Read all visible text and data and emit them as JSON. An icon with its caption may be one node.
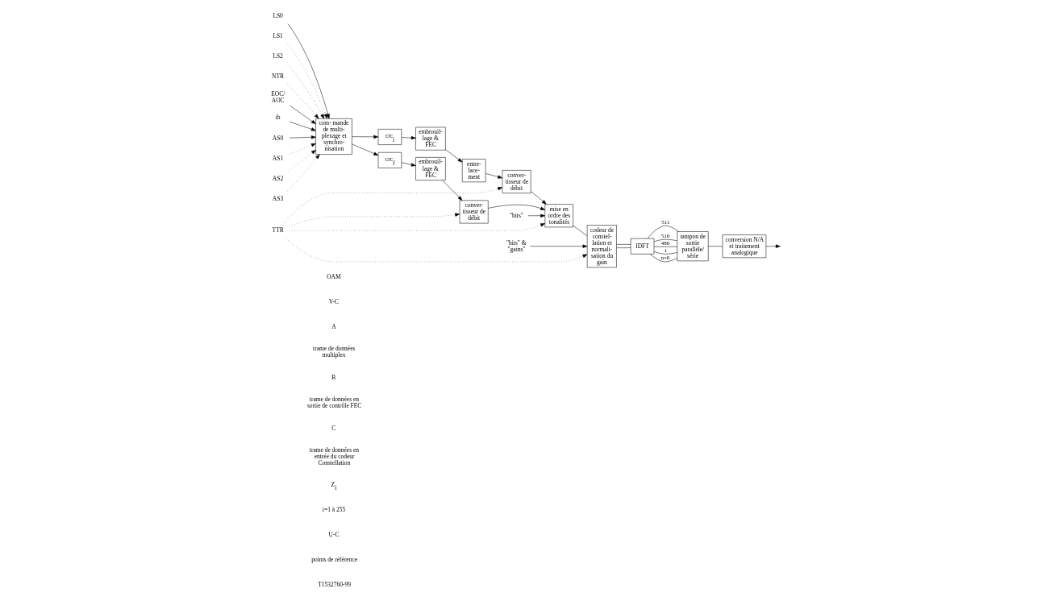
{
  "diagram": {
    "nodes": [
      {
        "text": [
          "AS0"
        ]
      },
      {
        "text": [
          "AS1"
        ]
      },
      {
        "text": [
          "AS2"
        ]
      },
      {
        "text": [
          "AS3"
        ]
      },
      {
        "text": [
          "LS0"
        ]
      },
      {
        "text": [
          "LS1"
        ]
      },
      {
        "text": [
          "LS2"
        ]
      },
      {
        "text": [
          "NTR"
        ]
      },
      {
        "text": [
          "EOC/ AOC"
        ]
      },
      {
        "text": [
          "ib"
        ]
      },
      {
        "text": [
          "com- mande de multi- plexage et synchro- nisation"
        ]
      },
      {
        "text": [
          "crc$_{f}$"
        ]
      },
      {
        "text": [
          "crc$_{i}$"
        ]
      },
      {
        "text": [
          "embrouil- lage & FEC"
        ]
      },
      {
        "text": [
          "embrouil- lage & FEC"
        ]
      },
      {
        "text": [
          "entre- lace- ment"
        ]
      },
      {
        "text": [
          "conver- tisseur de débit"
        ]
      },
      {
        "text": [
          "conver- tisseur de débit"
        ]
      },
      {
        "text": [
          "mise en ordre des tonalités"
        ]
      },
      {
        "text": [
          "codeur de constel- lation et normali- sation du gain"
        ]
      },
      {
        "text": [
          "IDFT"
        ]
      },
      {
        "text": [
          "tampon de sortie parallèle/ série"
        ]
      },
      {
        "text": [
          "conversion N/A et traitement analogique"
        ]
      },
      {
        "text": [
          "\"bits\""
        ]
      },
      {
        "text": [
          "\"bits\" & \"gains\""
        ]
      },
      {
        "text": [
          "TTR"
        ]
      }
    ],
    "edges": [
      {
        "from": 0,
        "to": 10,
        "arrow": "to"
      },
      {
        "from": 1,
        "to": 10,
        "arrow": "to",
        "style": "dashed"
      },
      {
        "from": 2,
        "to": 10,
        "arrow": "to",
        "style": "dashed"
      },
      {
        "from": 3,
        "to": 10,
        "arrow": "to",
        "style": "dashed"
      },
      {
        "from": 4,
        "to": 10,
        "arrow": "to"
      },
      {
        "from": 5,
        "to": 10,
        "arrow": "to",
        "style": "dashed"
      },
      {
        "from": 6,
        "to": 10,
        "arrow": "to",
        "style": "dashed"
      },
      {
        "from": 7,
        "to": 10,
        "arrow": "to",
        "style": "dashed"
      },
      {
        "from": 8,
        "to": 10,
        "arrow": "to"
      },
      {
        "from": 9,
        "to": 10,
        "arrow": "to"
      },
      {
        "from": 10,
        "to": 11,
        "arrow": "to"
      },
      {
        "from": 10,
        "to": 12,
        "arrow": "to"
      },
      {
        "from": 11,
        "to": 13,
        "arrow": "to"
      },
      {
        "from": 12,
        "to": 14,
        "arrow": "to"
      },
      {
        "from": 13,
        "to": 16,
        "arrow": "to"
      },
      {
        "from": 14,
        "to": 15,
        "arrow": "to"
      },
      {
        "from": 15,
        "to": 17,
        "arrow": "to"
      },
      {
        "from": 16,
        "to": 18,
        "arrow": "to"
      },
      {
        "from": 17,
        "to": 18,
        "arrow": "to"
      },
      {
        "from": 18,
        "to": 19,
        "arrow": "none"
      },
      {
        "from": 19,
        "to": 20,
        "arrow": "none"
      },
      {
        "from": 19,
        "to": 20,
        "arrow": "none"
      },
      {
        "from": 20,
        "to": 21,
        "arrow": "none",
        "label": "511"
      },
      {
        "from": 20,
        "to": 21,
        "arrow": "none",
        "label": "510"
      },
      {
        "from": 20,
        "to": 21,
        "arrow": "none",
        "label": "480"
      },
      {
        "from": 20,
        "to": 21,
        "arrow": "none",
        "label": "1"
      },
      {
        "from": 20,
        "to": 21,
        "arrow": "none",
        "label": "n=0"
      },
      {
        "from": 21,
        "to": 22,
        "arrow": "none"
      },
      {
        "from": 22,
        "to": null,
        "arrow": "to"
      },
      {
        "from": 23,
        "to": 18,
        "arrow": "to"
      },
      {
        "from": 24,
        "to": 19,
        "arrow": "to"
      },
      {
        "from": 25,
        "to": 17,
        "arrow": "to",
        "style": "dashed"
      },
      {
        "from": 25,
        "to": 16,
        "arrow": "to",
        "style": "dashed"
      },
      {
        "from": 25,
        "to": 18,
        "arrow": "to",
        "style": "dashed"
      },
      {
        "from": 25,
        "to": 19,
        "arrow": "to",
        "style": "dashed"
      }
    ],
    "labels": [
      "OAM",
      "V-C",
      "A",
      "trame de données multiplex",
      "B",
      "trame de données en sortie de contrôle FEC",
      "C",
      "trame de données en entrée du codeur Constellation",
      "Z$_{i}$",
      "i=1 à 255",
      "U-C",
      "points de référence",
      "T1532760-99"
    ]
  }
}
